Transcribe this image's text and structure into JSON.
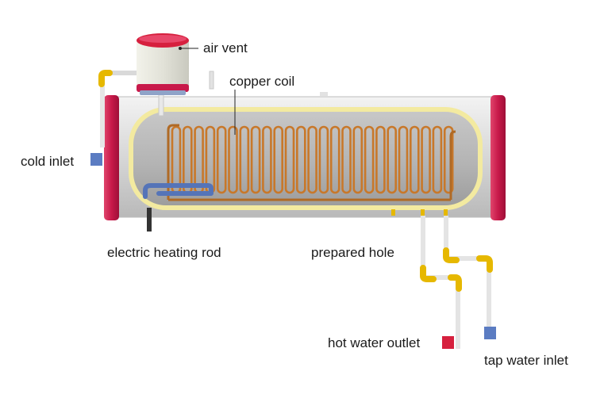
{
  "labels": {
    "air_vent": "air vent",
    "copper_coil": "copper coil",
    "cold_inlet": "cold inlet",
    "electric_heating_rod": "electric heating rod",
    "prepared_hole": "prepared hole",
    "hot_water_outlet": "hot water outlet",
    "tap_water_inlet": "tap water inlet"
  },
  "colors": {
    "cold_marker": "#5b7cc2",
    "hot_marker": "#d6203e",
    "end_cap": "#c8194a",
    "copper": "#c8782a",
    "brass_fitting": "#e6b800",
    "inner_tank_border": "#f3eaa0"
  }
}
